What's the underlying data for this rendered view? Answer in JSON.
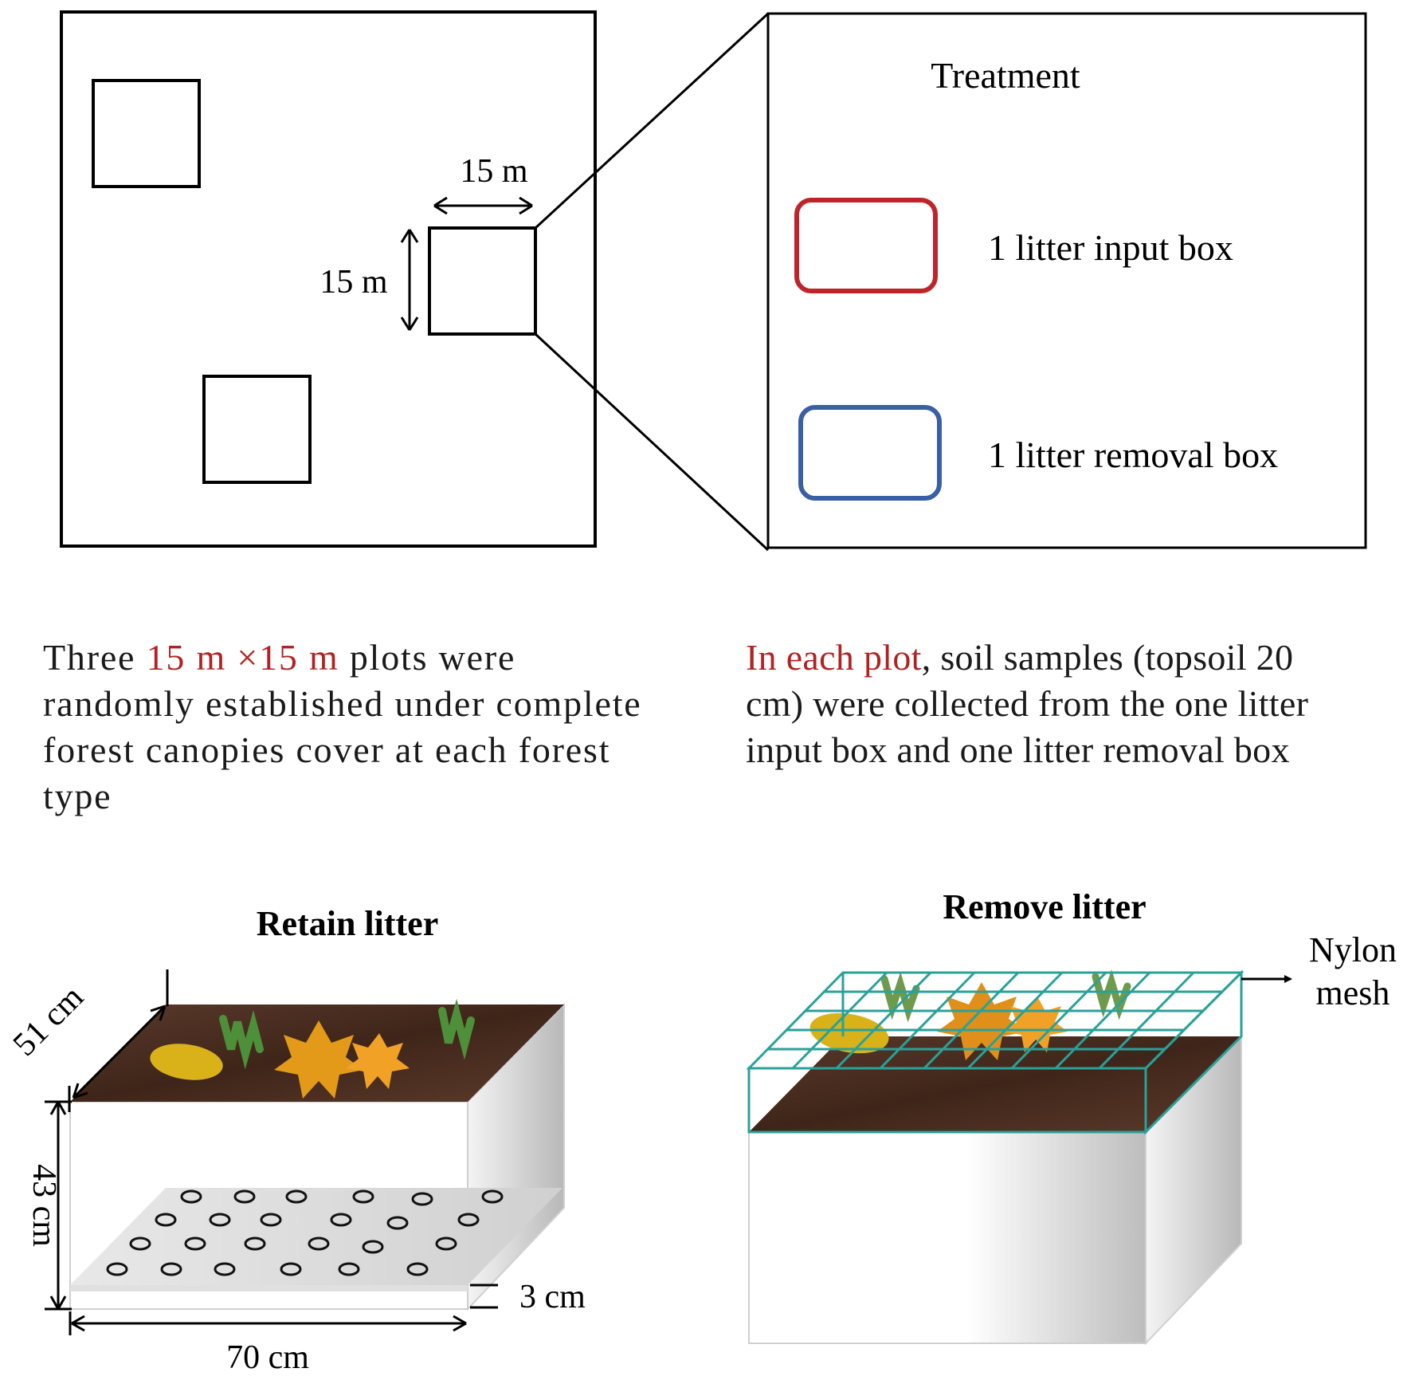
{
  "figure": {
    "plot_dim_width": "15 m",
    "plot_dim_height": "15 m",
    "treatment_title": "Treatment",
    "legend": [
      {
        "label": "1 litter input box",
        "color": "#c0242b"
      },
      {
        "label": "1 litter removal box",
        "color": "#3b5fa4"
      }
    ],
    "left_text": {
      "pre": "Three ",
      "highlight": "15 m ×15 m",
      "post": " plots were randomly established under complete forest canopies cover at each forest type"
    },
    "right_text": {
      "highlight": "In each plot",
      "post": ", soil samples (topsoil 20 cm) were collected from the one litter input box and one litter removal box"
    },
    "retain": {
      "title": "Retain litter",
      "depth": "51 cm",
      "height": "43 cm",
      "width": "70 cm",
      "gap": "3 cm"
    },
    "remove": {
      "title": "Remove litter",
      "mesh_line1": "Nylon",
      "mesh_line2": "mesh"
    },
    "colors": {
      "highlight_text": "#b22222",
      "soil": "#4a2e22",
      "mesh": "#2aa198"
    }
  }
}
